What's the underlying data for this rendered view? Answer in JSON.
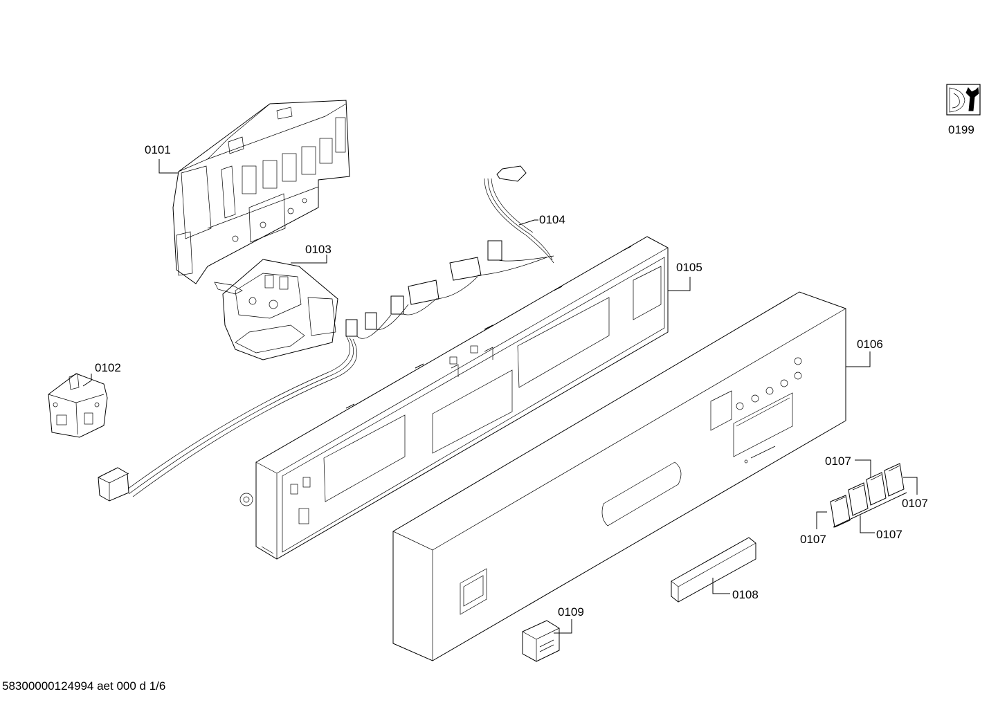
{
  "document_id": "58300000124994 aet 000 d 1/6",
  "parts": [
    {
      "id": "0101"
    },
    {
      "id": "0102"
    },
    {
      "id": "0103"
    },
    {
      "id": "0104"
    },
    {
      "id": "0105"
    },
    {
      "id": "0106"
    },
    {
      "id": "0107"
    },
    {
      "id": "0108"
    },
    {
      "id": "0109"
    },
    {
      "id": "0199"
    }
  ],
  "callouts": {
    "c0101": "0101",
    "c0102": "0102",
    "c0103": "0103",
    "c0104": "0104",
    "c0105": "0105",
    "c0106": "0106",
    "c0107a": "0107",
    "c0107b": "0107",
    "c0107c": "0107",
    "c0107d": "0107",
    "c0108": "0108",
    "c0109": "0109",
    "c0199": "0199"
  }
}
